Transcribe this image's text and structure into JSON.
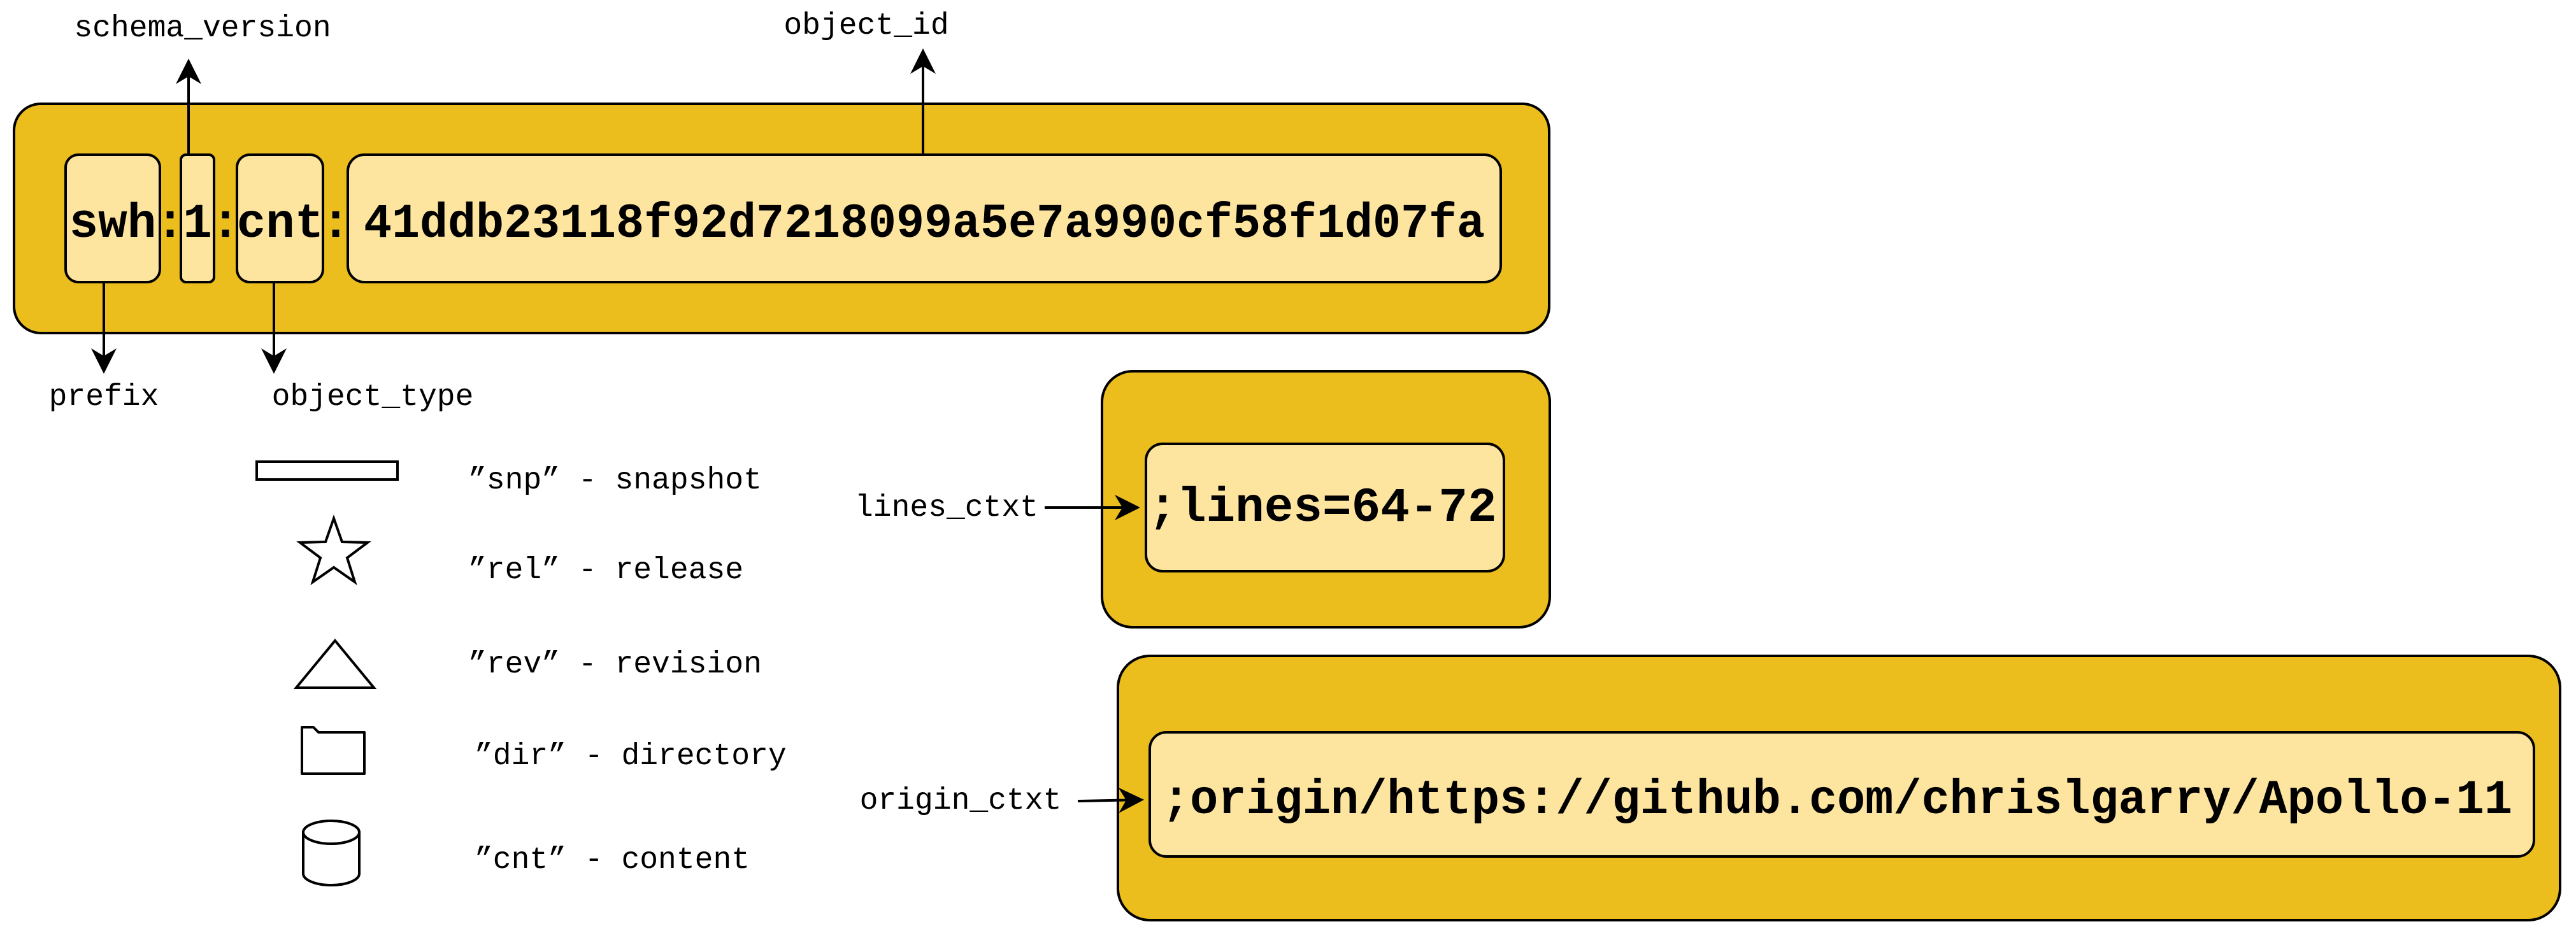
{
  "colors": {
    "outer_fill": "#ebbd1d",
    "inner_fill": "#fde59f",
    "stroke": "#000000"
  },
  "swhid": {
    "prefix": "swh",
    "sep1": ":",
    "schema_version": "1",
    "sep2": ":",
    "object_type": "cnt",
    "sep3": ":",
    "object_id": "41ddb23118f92d7218099a5e7a990cf58f1d07fa"
  },
  "annotations": {
    "schema_version": "schema_version",
    "object_id": "object_id",
    "prefix": "prefix",
    "object_type": "object_type"
  },
  "legend": [
    {
      "icon": "rectangle-icon",
      "text": "”snp” - snapshot"
    },
    {
      "icon": "star-icon",
      "text": "”rel” - release"
    },
    {
      "icon": "triangle-icon",
      "text": "”rev” - revision"
    },
    {
      "icon": "folder-icon",
      "text": "”dir” - directory"
    },
    {
      "icon": "cylinder-icon",
      "text": "”cnt” - content"
    }
  ],
  "lines_context": {
    "label": "lines_ctxt",
    "value": ";lines=64-72"
  },
  "origin_context": {
    "label": "origin_ctxt",
    "value": ";origin/https://github.com/chrislgarry/Apollo-11"
  }
}
